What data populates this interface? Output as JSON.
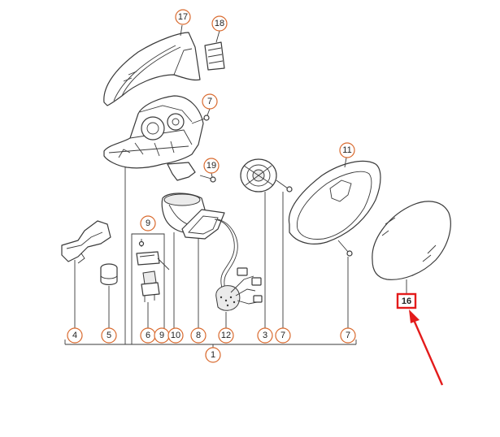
{
  "callouts": {
    "c17": "17",
    "c18": "18",
    "c7_top": "7",
    "c19": "19",
    "c11": "11",
    "c9_group": "9",
    "c4": "4",
    "c5": "5",
    "c6": "6",
    "c9_bottom": "9",
    "c10": "10",
    "c8": "8",
    "c12": "12",
    "c3": "3",
    "c7_mid": "7",
    "c7_right": "7",
    "c1": "1",
    "c16": "16"
  },
  "colors": {
    "callout_ring": "#d9692d",
    "highlight": "#e31b1b",
    "line_art": "#3a3a3a"
  }
}
